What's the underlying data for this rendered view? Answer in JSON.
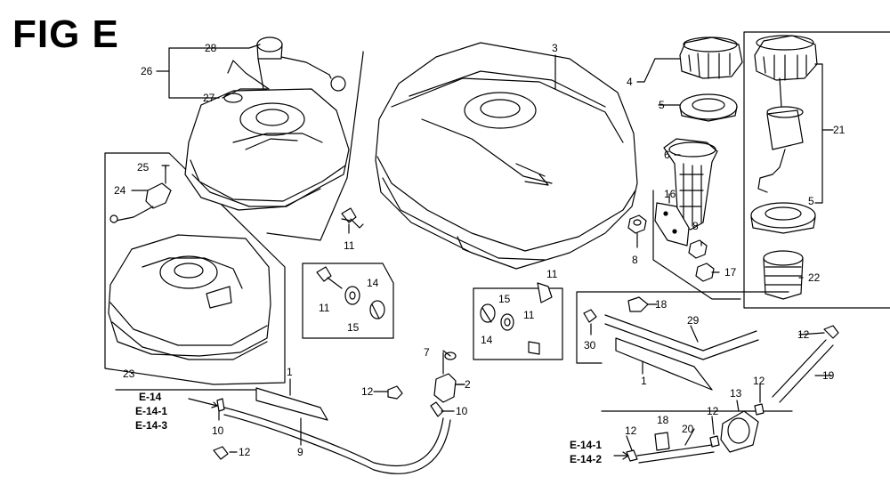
{
  "figure": {
    "title": "FIG E"
  },
  "part_numbers": {
    "p1": "1",
    "p2": "2",
    "p3": "3",
    "p4": "4",
    "p5": "5",
    "p6": "6",
    "p7": "7",
    "p8": "8",
    "p9": "9",
    "p10": "10",
    "p11": "11",
    "p12": "12",
    "p13": "13",
    "p14": "14",
    "p15": "15",
    "p16": "16",
    "p17": "17",
    "p18": "18",
    "p19": "19",
    "p20": "20",
    "p21": "21",
    "p22": "22",
    "p23": "23",
    "p24": "24",
    "p25": "25",
    "p26": "26",
    "p27": "27",
    "p28": "28",
    "p29": "29",
    "p30": "30"
  },
  "references": {
    "e14": "E-14",
    "e14_1": "E-14-1",
    "e14_2": "E-14-2",
    "e14_3": "E-14-3"
  }
}
